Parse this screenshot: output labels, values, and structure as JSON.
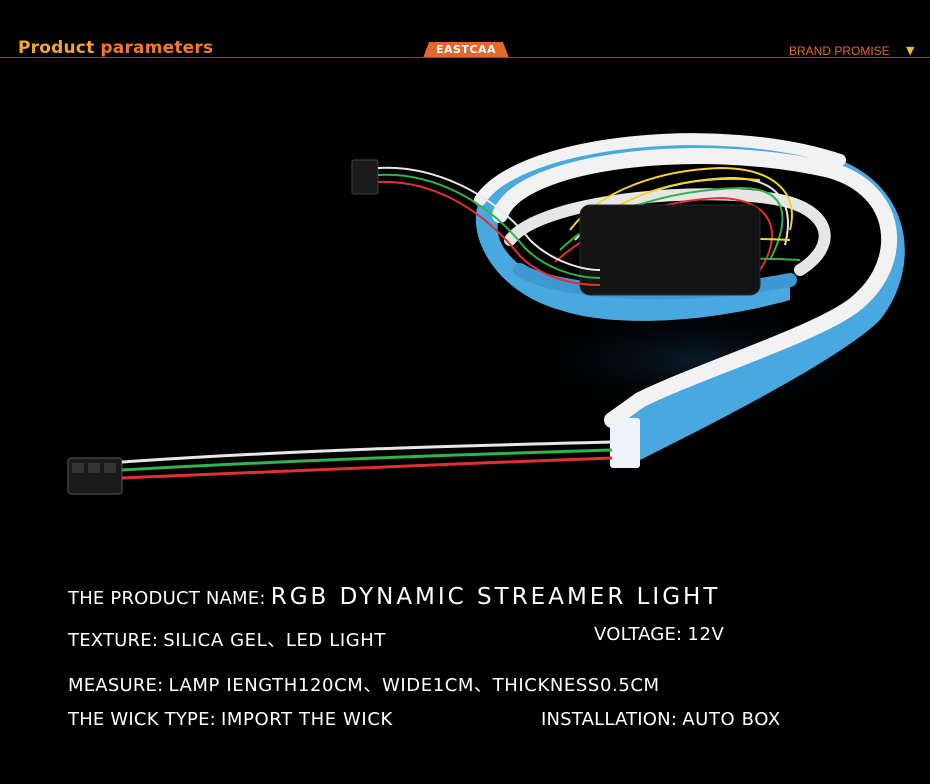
{
  "header": {
    "title_word1": "Product",
    "title_word2": "parameters",
    "brand": "EASTCAA",
    "promise": "BRAND PROMISE",
    "promise_icon": "triangle-down-icon"
  },
  "specs": {
    "product_name_label": "THE PRODUCT NAME:",
    "product_name_value": "RGB DYNAMIC STREAMER LIGHT",
    "texture_label": "TEXTURE:",
    "texture_value": "SILICA GEL、LED  LIGHT",
    "voltage_label": "VOLTAGE:",
    "voltage_value": "12V",
    "measure_label": "MEASURE:",
    "measure_value": "LAMP IENGTH120CM、WIDE1CM、THICKNESS0.5CM",
    "wick_label": "THE WICK TYPE:",
    "wick_value": "IMPORT THE WICK",
    "installation_label": "INSTALLATION:",
    "installation_value": "AUTO BOX"
  },
  "colors": {
    "background": "#000000",
    "title_orange": "#f2a531",
    "accent_orange": "#e2692b",
    "strip_blue": "#4aa8e0",
    "strip_white": "#f2f2f2"
  }
}
